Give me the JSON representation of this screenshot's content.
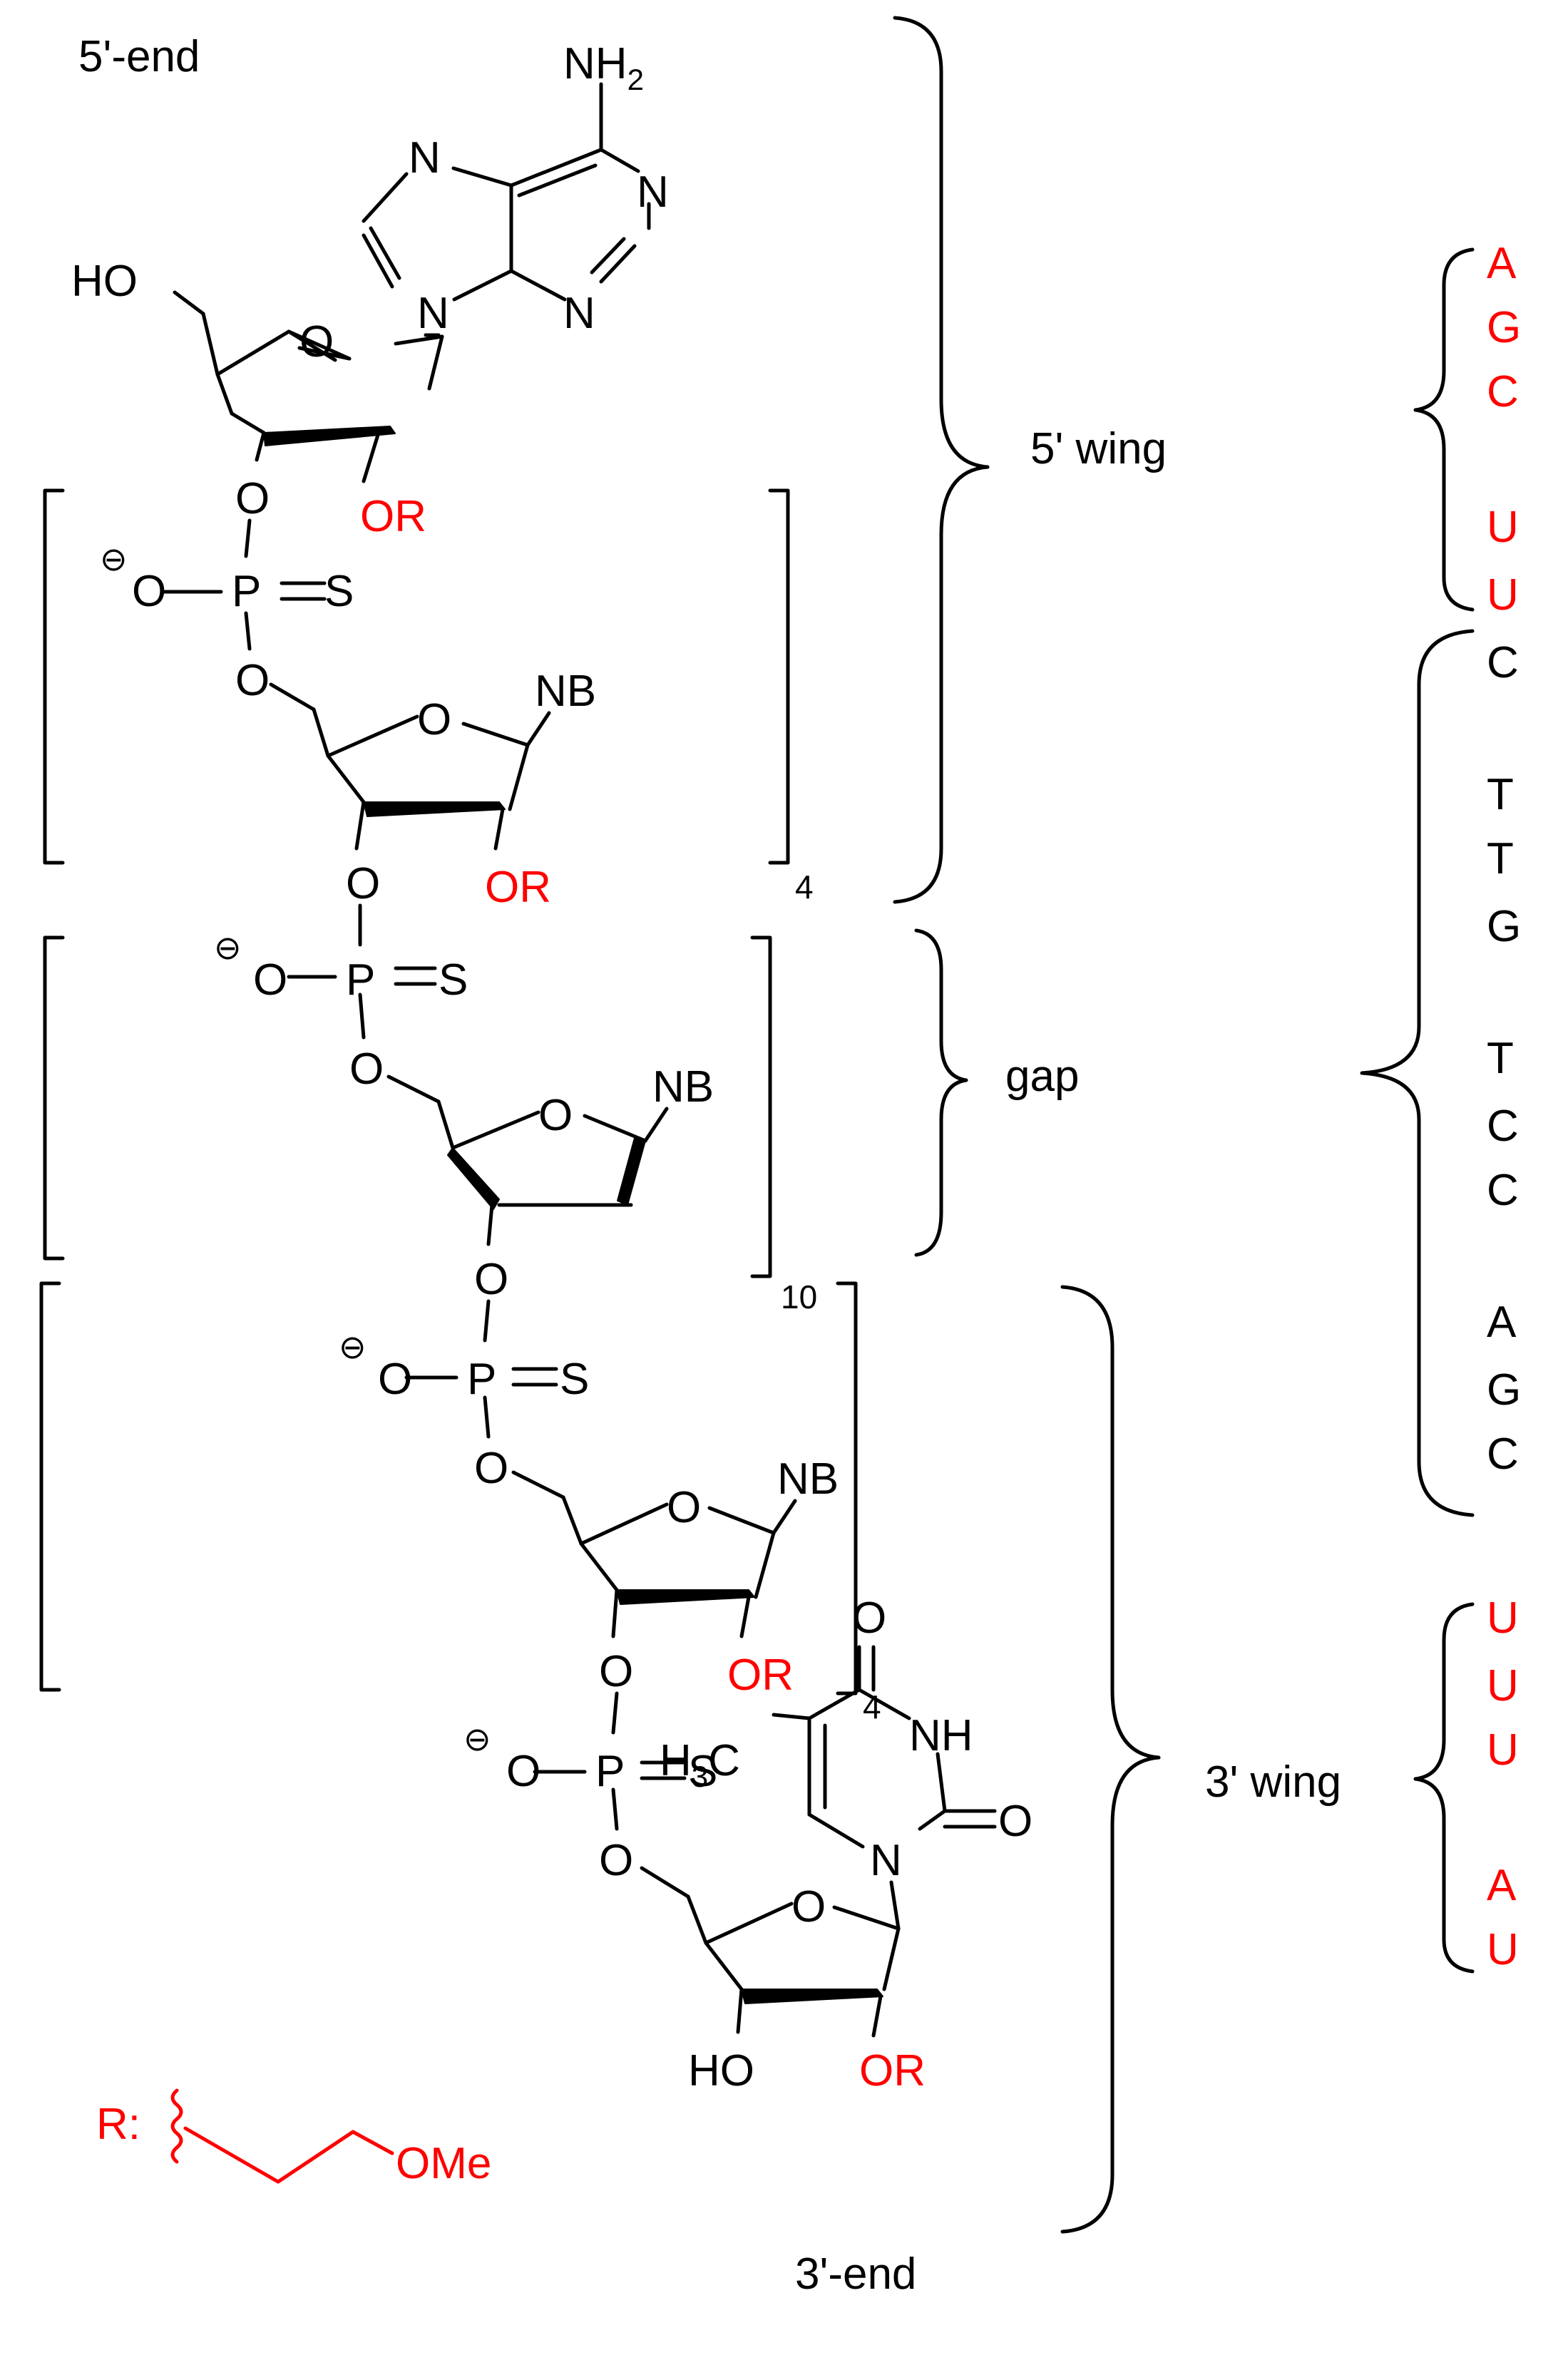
{
  "labels": {
    "five_end": "5'-end",
    "three_end": "3'-end",
    "five_wing": "5' wing",
    "gap": "gap",
    "three_wing": "3' wing",
    "repeat_5wing": "4",
    "repeat_gap": "10",
    "repeat_3wing": "4",
    "r_legend": "R:",
    "r_ome": "OMe"
  },
  "atoms": {
    "nh2": "NH",
    "nh2_sub": "2",
    "n": "N",
    "ho": "HO",
    "o": "O",
    "or": "OR",
    "p": "P",
    "s": "S",
    "nb": "NB",
    "nh": "NH",
    "h3c": "H",
    "h3c_sub": "3",
    "h3c_c": "C",
    "minus": "⊖"
  },
  "sequence": {
    "five_wing": [
      "A",
      "G",
      "C",
      "U",
      "U"
    ],
    "gap": [
      "C",
      "T",
      "T",
      "G",
      "T",
      "C",
      "C",
      "A",
      "G",
      "C"
    ],
    "three_wing": [
      "U",
      "U",
      "U",
      "A",
      "U"
    ]
  },
  "colors": {
    "modified": "#ff0000",
    "default": "#000000"
  }
}
